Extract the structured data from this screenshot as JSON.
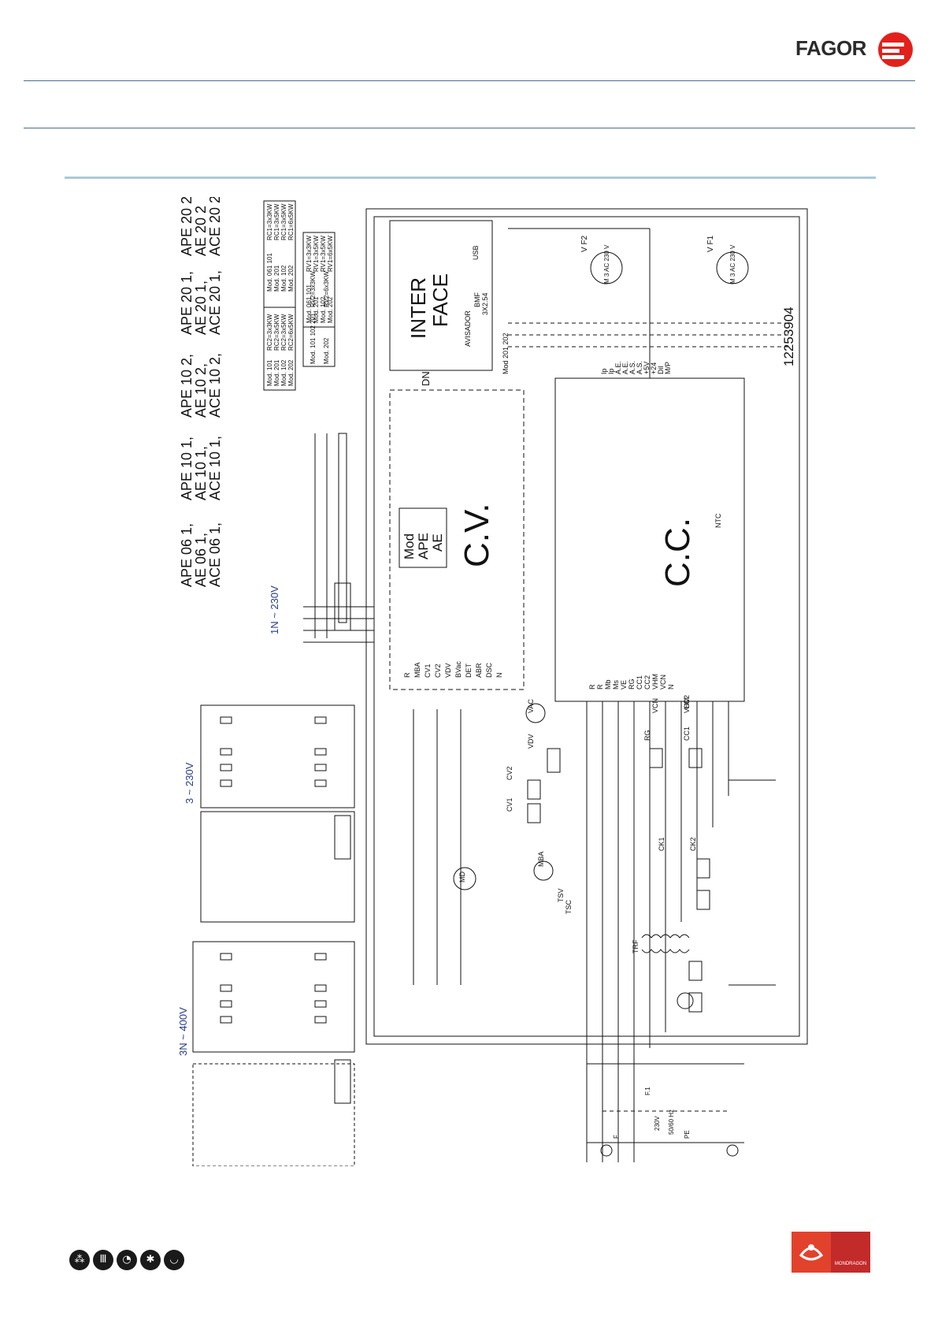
{
  "brand": {
    "name": "FAGOR",
    "accent": "#e2211c"
  },
  "diagram": {
    "doc_number": "12253904",
    "models": [
      [
        "APE 06 1,",
        "AE 06 1,",
        "ACE 06 1,"
      ],
      [
        "APE 10 1,",
        "AE 10 1,",
        "ACE 10 1,"
      ],
      [
        "APE 10 2,",
        "AE 10 2,",
        "ACE 10 2,"
      ],
      [
        "APE 20 1,",
        "AE 20 1,",
        "ACE 20 1,"
      ],
      [
        "APE 20 2",
        "AE 20 2",
        "ACE 20 2"
      ]
    ],
    "supply_labels": {
      "single": "1N ~ 230V",
      "three_230": "3 ~ 230V",
      "three_400": "3N ~ 400V"
    },
    "blocks": {
      "cv": "C.V.",
      "cc": "C.C.",
      "interface_line1": "INTER",
      "interface_line2": "FACE",
      "mod_line1": "Mod",
      "mod_line2": "APE",
      "mod_line3": "AE",
      "dn": "DN",
      "ntc": "NTC",
      "avisador": "AVISADOR",
      "bmf": "BMF",
      "bmf_pins": "3X2.54",
      "usb": "USB",
      "mod_201_202": "Mod 201 202"
    },
    "motors": {
      "m1": "M 3 AC 230 V",
      "m2": "M 3 AC 230 V",
      "f1": "V F1",
      "f2": "V F2"
    },
    "resistor_table_rc": [
      [
        "Mod. 101",
        "RC2=3x3KW"
      ],
      [
        "Mod. 201",
        "RC2=3x5KW"
      ],
      [
        "Mod. 102",
        "RC2=3x5KW"
      ],
      [
        "Mod. 202",
        "RC2=6x5KW"
      ]
    ],
    "resistor_table_rc1": [
      [
        "Mod. 061 101",
        "RC1=3x3KW"
      ],
      [
        "Mod. 201",
        "RC1=3x5KW"
      ],
      [
        "Mod. 102",
        "RC1=3x5KW"
      ],
      [
        "Mod. 202",
        "RC1=6x5KW"
      ]
    ],
    "resistor_table_rv1": [
      [
        "Mod. 061 101",
        "RV1=3x3KW"
      ],
      [
        "Mod. 201",
        "RV1=3x5KW"
      ],
      [
        "Mod. 102",
        "RV1=3x5KW"
      ],
      [
        "Mod. 202",
        "RV1=6x5KW"
      ]
    ],
    "resistor_table_rv2": [
      [
        "Mod. 101 102 201",
        "RV2=3x3KW"
      ],
      [
        "Mod. 202",
        "RV2=6x3KW"
      ]
    ],
    "cv_inputs": [
      "R",
      "MBA",
      "CV1",
      "CV2",
      "VDV",
      "BVac",
      "DET",
      "ABR",
      "DSC",
      "N"
    ],
    "cc_inputs": [
      "R",
      "R",
      "Mb",
      "Ms",
      "VE",
      "RG",
      "CC1",
      "CC2",
      "VHM",
      "VCN",
      "N"
    ],
    "cc_top": [
      "Ip",
      "Ip",
      "A.E.",
      "A.E.",
      "A.S.",
      "A.S.",
      "+5V",
      "+24",
      "Dil",
      "M/P"
    ],
    "relays": [
      "CK1",
      "CK2",
      "CV1",
      "CV2",
      "CC1",
      "CC2",
      "RG",
      "VCN",
      "VHM",
      "VDV",
      "VAC",
      "MBA",
      "MD",
      "TRF",
      "TSV",
      "TSC"
    ],
    "supply_bottom": [
      "230V",
      "50/60 Hz",
      "PE",
      "F",
      "F.1"
    ]
  },
  "footer": {
    "partner": "MONDRAGON",
    "icons": [
      "cooking-icon",
      "oven-icon",
      "washing-icon",
      "cold-icon",
      "laundry-icon"
    ]
  }
}
